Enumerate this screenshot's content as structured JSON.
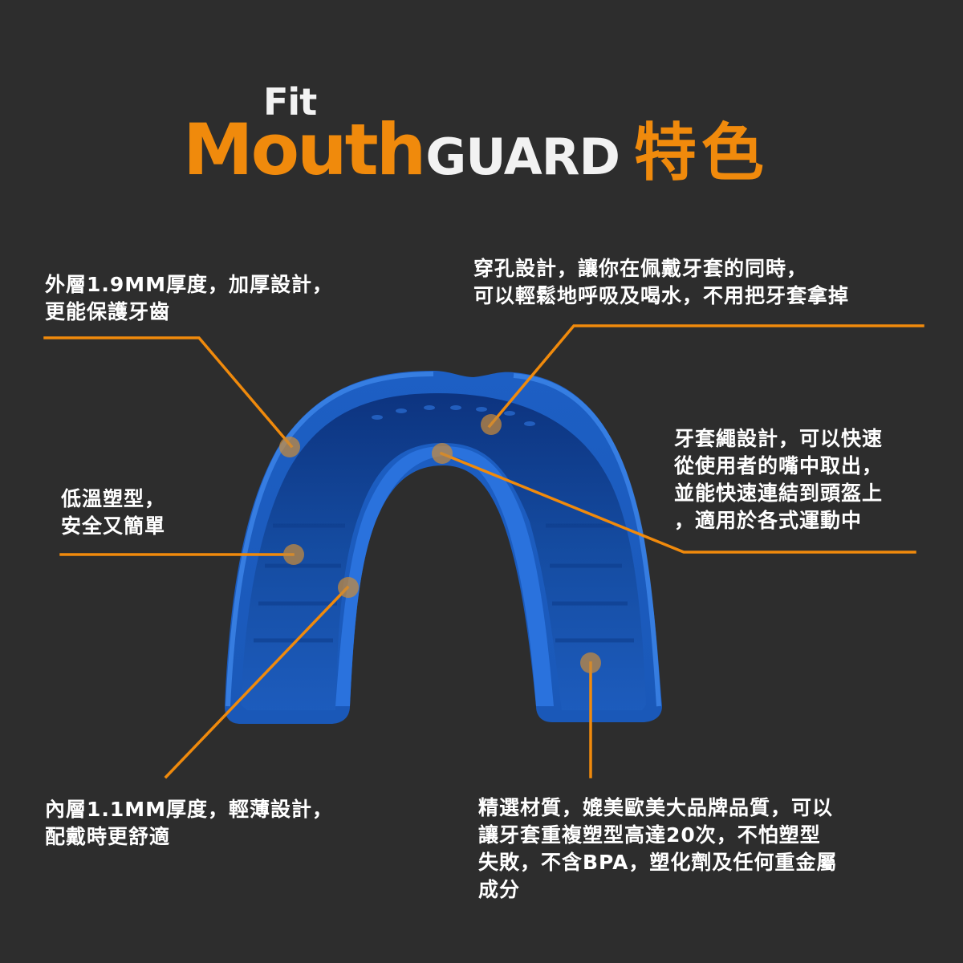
{
  "title": {
    "fit": "Fit",
    "mouth": "Mouth",
    "guard": "GUARD",
    "feature": "特色"
  },
  "colors": {
    "background": "#2d2d2d",
    "accent_orange": "#f08a0c",
    "product_blue": "#1f63c9",
    "text": "#ffffff"
  },
  "callouts": {
    "outer_layer": "外層1.9MM厚度，加厚設計，\n更能保護牙齒",
    "breathing_holes": "穿孔設計，讓你在佩戴牙套的同時，\n可以輕鬆地呼吸及喝水，不用把牙套拿掉",
    "strap": "牙套繩設計，可以快速\n從使用者的嘴中取出，\n並能快速連結到頭盔上\n，適用於各式運動中",
    "low_temp": "低溫塑型，\n安全又簡單",
    "inner_layer": "內層1.1MM厚度，輕薄設計，\n配戴時更舒適",
    "material": "精選材質，媲美歐美大品牌品質，可以\n讓牙套重複塑型高達20次，不怕塑型\n失敗，不含BPA，塑化劑及任何重金屬\n成分"
  },
  "product": {
    "name": "mouthguard",
    "icon": "mouthguard-illustration"
  }
}
